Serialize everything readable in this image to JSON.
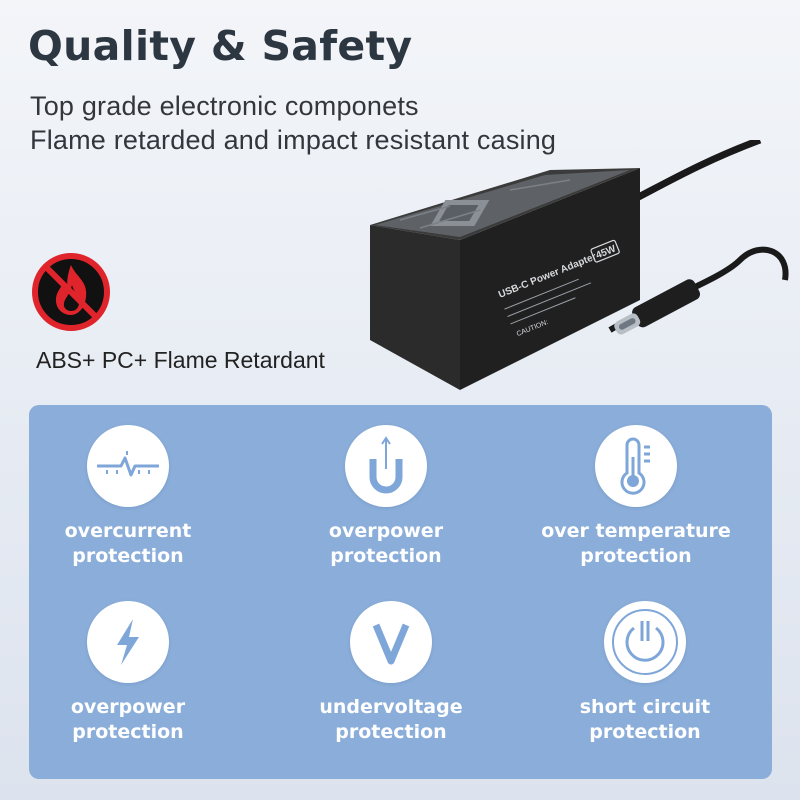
{
  "header": {
    "title": "Quality & Safety",
    "subtitle_line1": "Top grade electronic componets",
    "subtitle_line2": "Flame retarded and impact resistant casing"
  },
  "material": {
    "label": "ABS+ PC+ Flame Retardant",
    "icon": "no-fire-icon"
  },
  "product": {
    "label_title": "USB-C Power Adapter",
    "wattage": "45W",
    "caution": "CAUTION:"
  },
  "features": [
    {
      "line1": "overcurrent",
      "line2": "protection",
      "icon": "current-pulse-icon"
    },
    {
      "line1": "overpower",
      "line2": "protection",
      "icon": "magnet-icon"
    },
    {
      "line1": "over temperature",
      "line2": "protection",
      "icon": "thermometer-icon"
    },
    {
      "line1": "overpower",
      "line2": "protection",
      "icon": "lightning-icon"
    },
    {
      "line1": "undervoltage",
      "line2": "protection",
      "icon": "letter-v-icon"
    },
    {
      "line1": "short circuit",
      "line2": "protection",
      "icon": "power-icon"
    }
  ],
  "colors": {
    "panel": "#8aadd9",
    "icon_accent": "#7fa6d8",
    "title": "#2d3742",
    "no_sign": "#e0242b"
  }
}
